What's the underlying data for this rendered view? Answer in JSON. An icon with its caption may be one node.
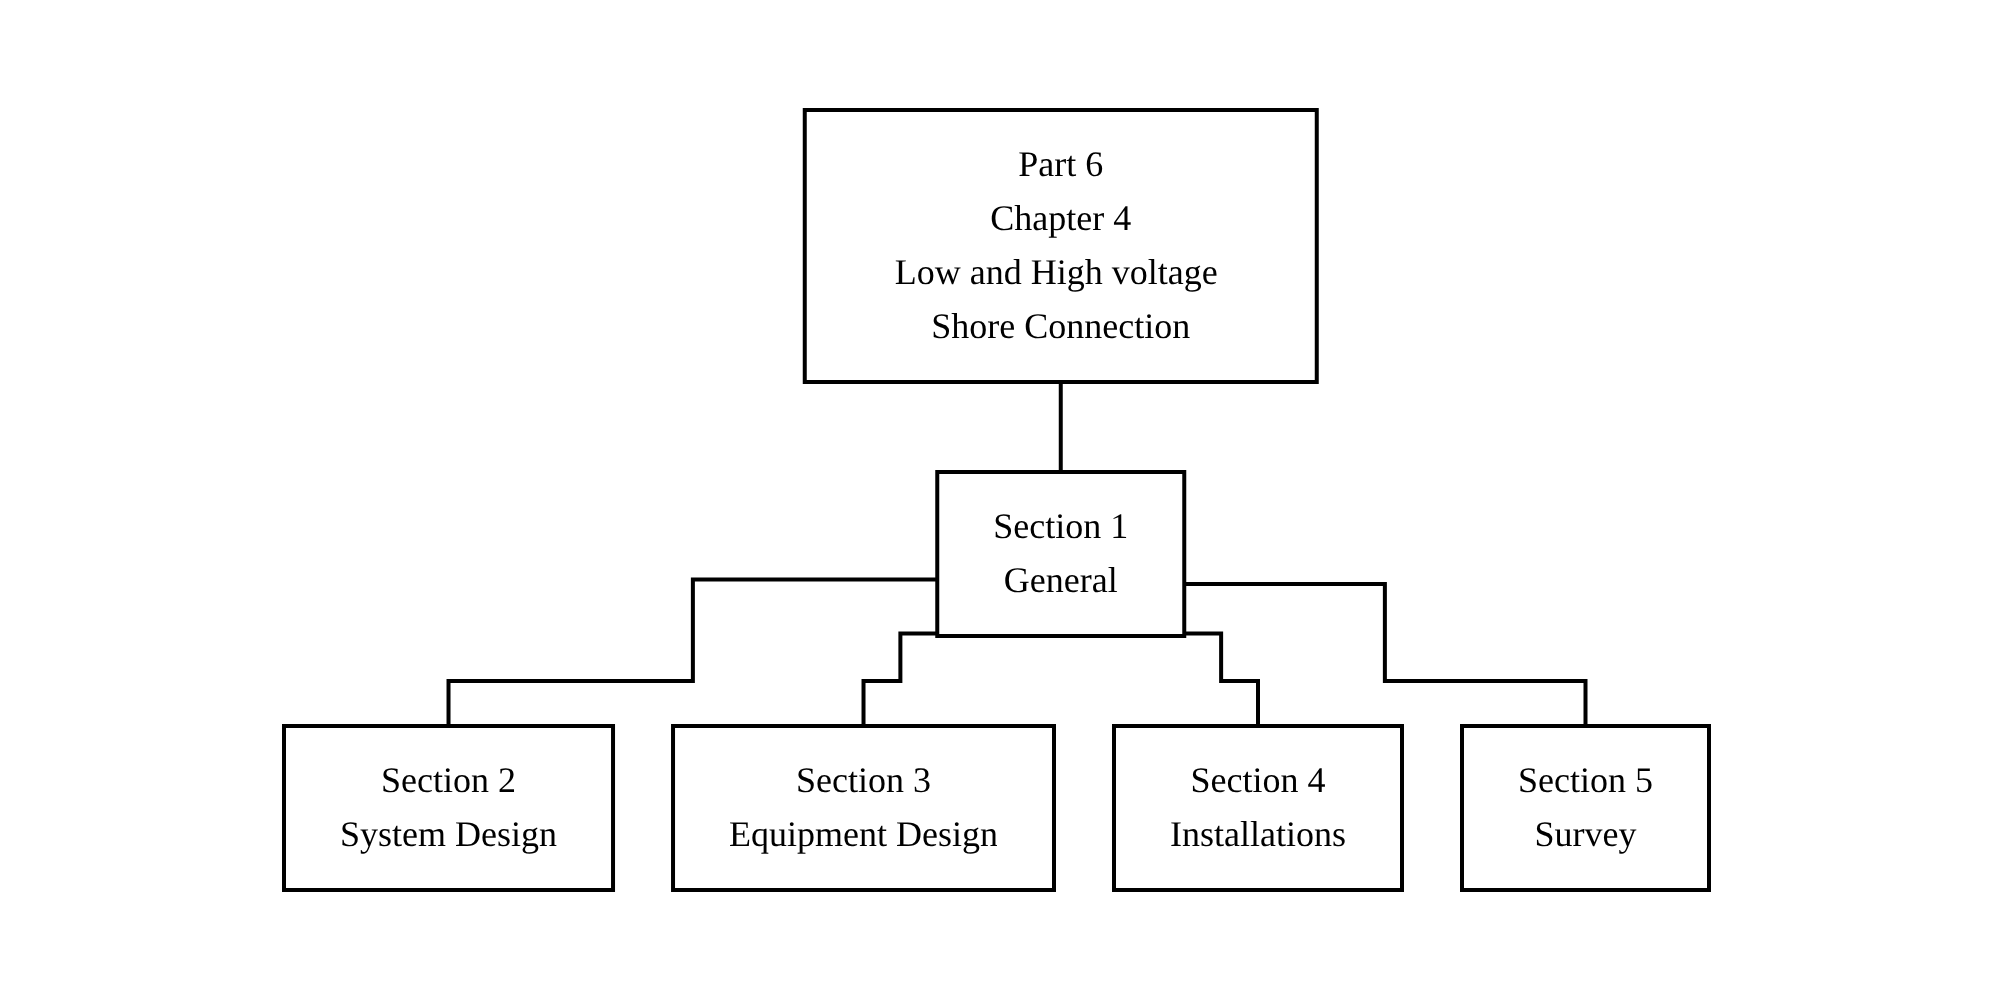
{
  "diagram": {
    "nodes": [
      {
        "text": [
          "Part 6",
          "Chapter 4",
          "Low and High voltage Shore Connection"
        ]
      },
      {
        "text": [
          "Section 1",
          "General"
        ]
      },
      {
        "text": [
          "Section 2",
          "System Design"
        ]
      },
      {
        "text": [
          "Section 3",
          "Equipment Design"
        ]
      },
      {
        "text": [
          "Section 4",
          "Installations"
        ]
      },
      {
        "text": [
          "Section 5",
          "Survey"
        ]
      }
    ],
    "edges": [
      {
        "from": 0,
        "to": 1,
        "arrow": "none"
      },
      {
        "from": 1,
        "to": 2,
        "arrow": "none"
      },
      {
        "from": 1,
        "to": 3,
        "arrow": "none"
      },
      {
        "from": 1,
        "to": 4,
        "arrow": "none"
      },
      {
        "from": 1,
        "to": 5,
        "arrow": "none"
      }
    ]
  }
}
